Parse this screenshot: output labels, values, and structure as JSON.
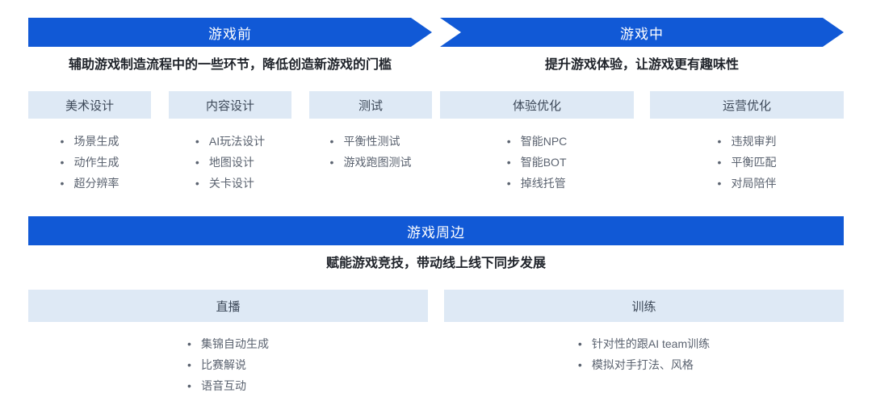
{
  "colors": {
    "page_bg": "#FFFFFF",
    "banner_blue": "#1159D6",
    "banner_text": "#FFFFFF",
    "header_bg": "#DEE9F5",
    "header_text": "#3C4858",
    "subtitle_text": "#20242B",
    "bullet_text": "#5B6370"
  },
  "sections": [
    {
      "id": "pre-game",
      "banner": "游戏前",
      "subtitle": "辅助游戏制造流程中的一些环节，降低创造新游戏的门槛",
      "columns": [
        {
          "header": "美术设计",
          "items": [
            "场景生成",
            "动作生成",
            "超分辨率"
          ]
        },
        {
          "header": "内容设计",
          "items": [
            "AI玩法设计",
            "地图设计",
            "关卡设计"
          ]
        },
        {
          "header": "测试",
          "items": [
            "平衡性测试",
            "游戏跑图测试"
          ]
        }
      ]
    },
    {
      "id": "in-game",
      "banner": "游戏中",
      "subtitle": "提升游戏体验，让游戏更有趣味性",
      "columns": [
        {
          "header": "体验优化",
          "items": [
            "智能NPC",
            "智能BOT",
            "掉线托管"
          ]
        },
        {
          "header": "运营优化",
          "items": [
            "违规审判",
            "平衡匹配",
            "对局陪伴"
          ]
        }
      ]
    },
    {
      "id": "peripheral",
      "banner": "游戏周边",
      "subtitle": "赋能游戏竞技，带动线上线下同步发展",
      "columns": [
        {
          "header": "直播",
          "items": [
            "集锦自动生成",
            "比赛解说",
            "语音互动"
          ]
        },
        {
          "header": "训练",
          "items": [
            "针对性的跟AI team训练",
            "模拟对手打法、风格"
          ]
        }
      ]
    }
  ]
}
